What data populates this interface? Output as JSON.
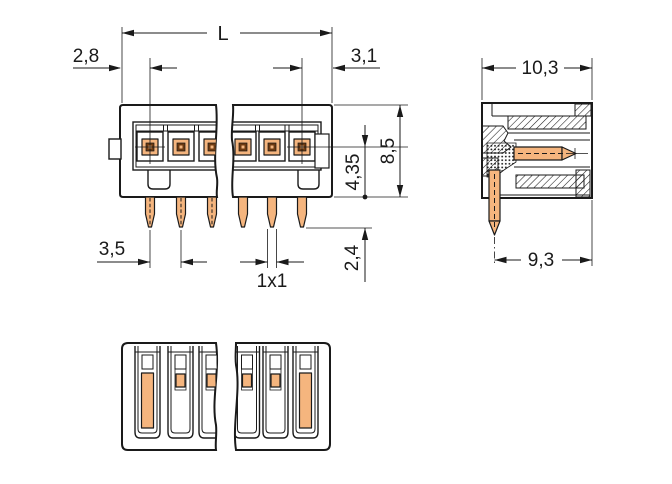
{
  "colors": {
    "line": "#1A1A1A",
    "bg": "#FFFFFF",
    "pin": "#F5B57E",
    "core": "#6E3A10"
  },
  "dimensions": {
    "total_length": "L",
    "first_pin_offset": "2,8",
    "last_pin_offset": "3,1",
    "housing_height": "8,5",
    "pin_row_to_bottom": "4,35",
    "pin_protrusion": "2,4",
    "pin_pitch": "3,5",
    "pin_cross_section": "1x1",
    "housing_depth": "10,3",
    "pin_tip_to_back": "9,3"
  }
}
